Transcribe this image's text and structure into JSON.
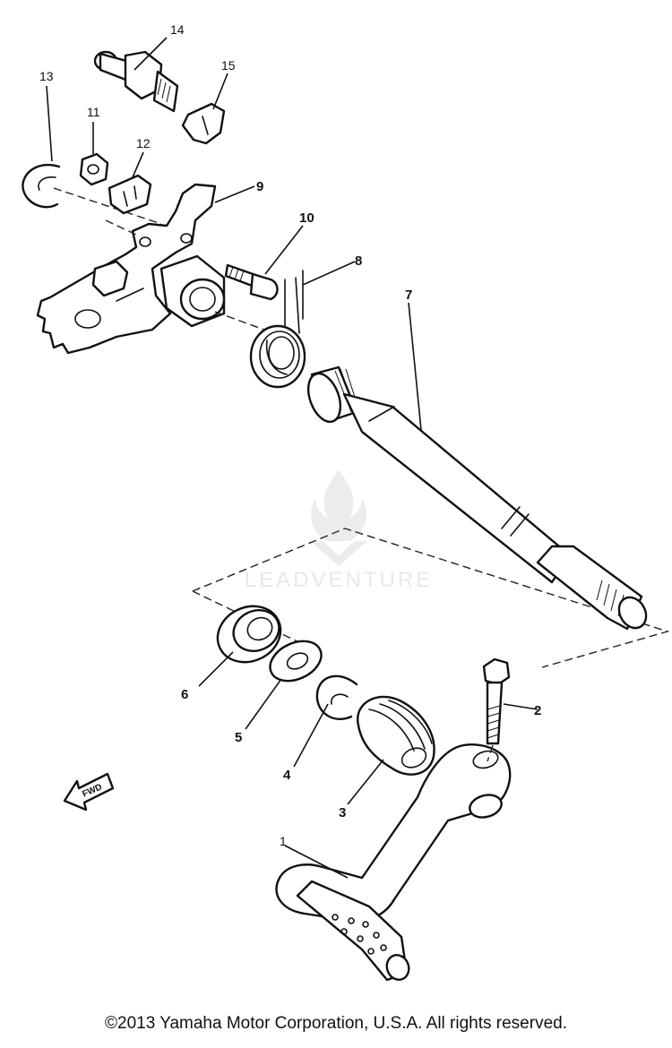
{
  "diagram": {
    "callouts": [
      "1",
      "2",
      "3",
      "4",
      "5",
      "6",
      "7",
      "8",
      "9",
      "10",
      "11",
      "12",
      "13",
      "14",
      "15"
    ],
    "fwd_label": "FWD"
  },
  "watermark": {
    "text": "LEADVENTURE"
  },
  "footer": {
    "copyright": "©2013 Yamaha Motor Corporation, U.S.A. All rights reserved."
  }
}
